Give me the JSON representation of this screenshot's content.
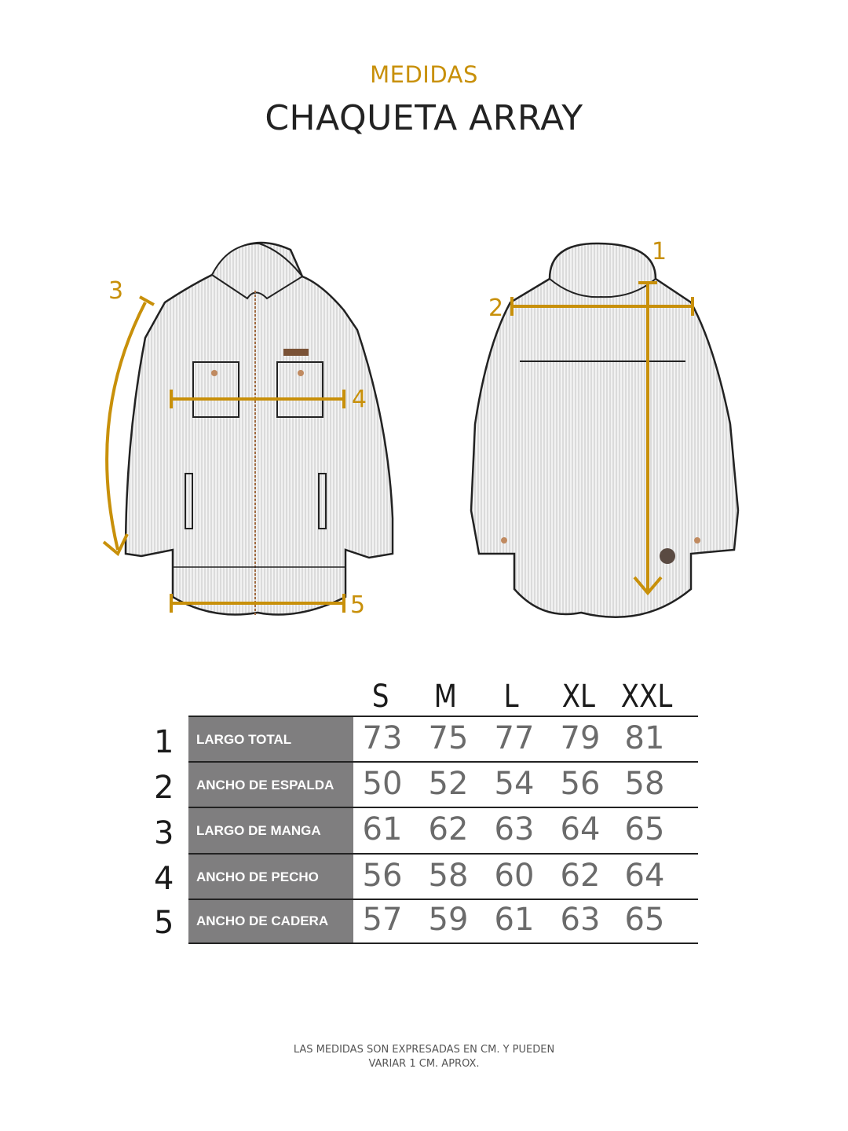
{
  "header": {
    "subtitle": "MEDIDAS",
    "title": "CHAQUETA ARRAY"
  },
  "colors": {
    "accent": "#c8900a",
    "label_bg": "#7f7e7f",
    "value_text": "#6b6b6b"
  },
  "diagram": {
    "front_markers": [
      "3",
      "4",
      "5"
    ],
    "back_markers": [
      "1",
      "2"
    ]
  },
  "table": {
    "sizes": [
      "S",
      "M",
      "L",
      "XL",
      "XXL"
    ],
    "rows": [
      {
        "num": "1",
        "label": "LARGO TOTAL",
        "values": [
          "73",
          "75",
          "77",
          "79",
          "81"
        ]
      },
      {
        "num": "2",
        "label": "ANCHO DE ESPALDA",
        "values": [
          "50",
          "52",
          "54",
          "56",
          "58"
        ]
      },
      {
        "num": "3",
        "label": "LARGO DE MANGA",
        "values": [
          "61",
          "62",
          "63",
          "64",
          "65"
        ]
      },
      {
        "num": "4",
        "label": "ANCHO DE PECHO",
        "values": [
          "56",
          "58",
          "60",
          "62",
          "64"
        ]
      },
      {
        "num": "5",
        "label": "ANCHO DE CADERA",
        "values": [
          "57",
          "59",
          "61",
          "63",
          "65"
        ]
      }
    ]
  },
  "footer": {
    "line1": "LAS MEDIDAS SON EXPRESADAS EN CM. Y PUEDEN",
    "line2": "VARIAR 1 CM. APROX."
  }
}
